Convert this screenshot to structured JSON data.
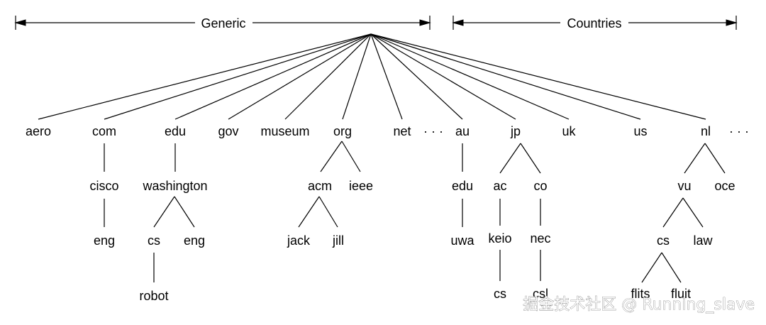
{
  "headers": {
    "generic": "Generic",
    "countries": "Countries"
  },
  "nodes": {
    "aero": "aero",
    "com": "com",
    "edu": "edu",
    "gov": "gov",
    "museum": "museum",
    "org": "org",
    "net": "net",
    "dots1": "· · ·",
    "au": "au",
    "jp": "jp",
    "uk": "uk",
    "us": "us",
    "nl": "nl",
    "dots2": "· · ·",
    "cisco": "cisco",
    "com_eng": "eng",
    "washington": "washington",
    "wa_cs": "cs",
    "wa_eng": "eng",
    "robot": "robot",
    "acm": "acm",
    "ieee": "ieee",
    "jack": "jack",
    "jill": "jill",
    "au_edu": "edu",
    "uwa": "uwa",
    "ac": "ac",
    "co": "co",
    "keio": "keio",
    "nec": "nec",
    "keio_cs": "cs",
    "csl": "csl",
    "vu": "vu",
    "oce": "oce",
    "vu_cs": "cs",
    "law": "law",
    "flits": "flits",
    "fluit": "fluit"
  },
  "watermark": "掘金技术社区 @ Running_slave"
}
